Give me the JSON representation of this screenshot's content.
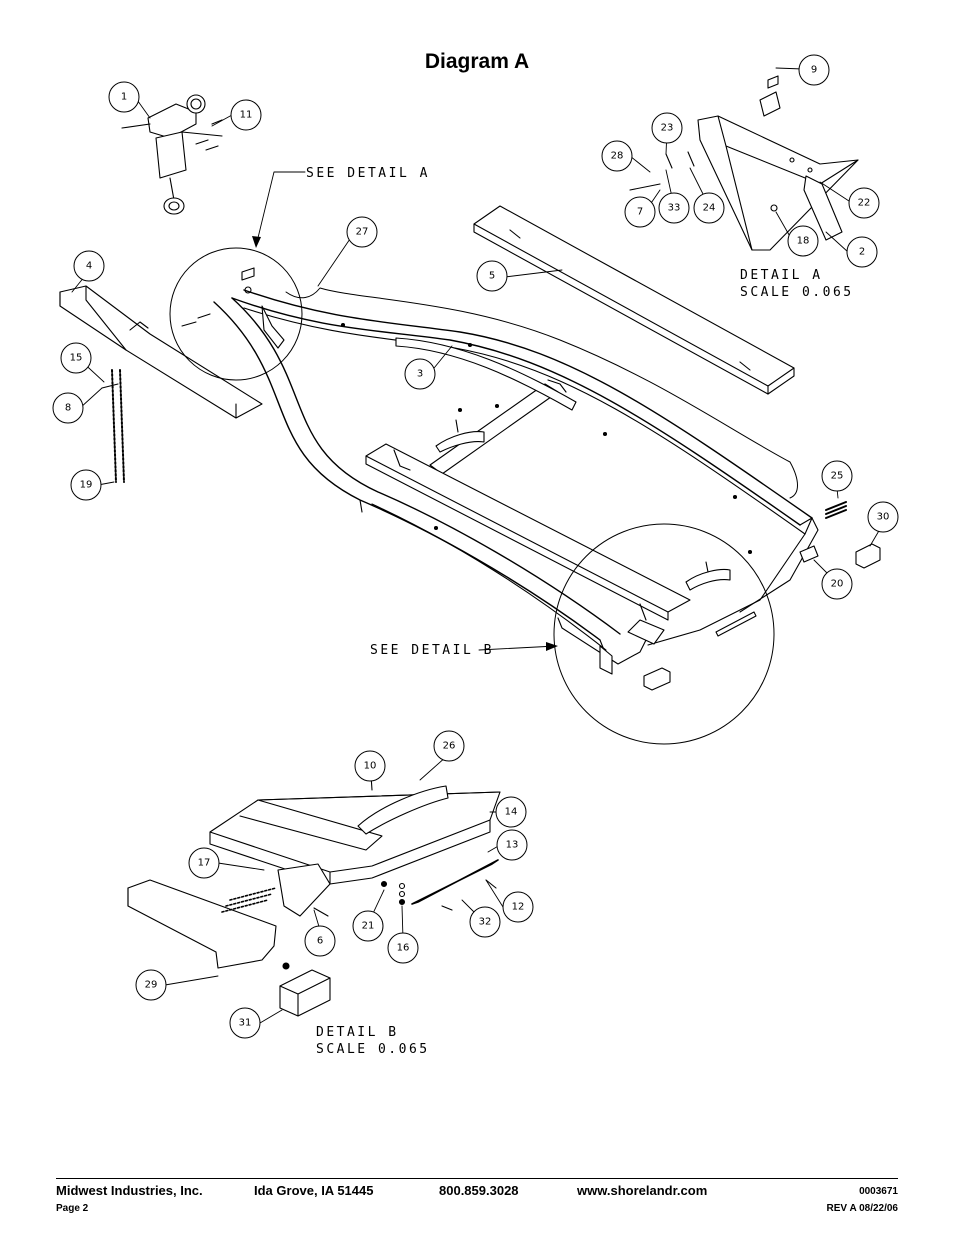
{
  "title": "Diagram A",
  "callouts": [
    "1",
    "2",
    "3",
    "4",
    "5",
    "6",
    "7",
    "8",
    "9",
    "10",
    "11",
    "12",
    "13",
    "14",
    "15",
    "16",
    "17",
    "18",
    "19",
    "20",
    "21",
    "22",
    "23",
    "24",
    "25",
    "26",
    "27",
    "28",
    "29",
    "30",
    "31",
    "32",
    "33"
  ],
  "captions": {
    "see_detail_a": "SEE DETAIL A",
    "see_detail_b": "SEE DETAIL B",
    "detail_a": "DETAIL A",
    "detail_a_scale": "SCALE 0.065",
    "detail_b": "DETAIL B",
    "detail_b_scale": "SCALE 0.065"
  },
  "footer": {
    "company": "Midwest Industries, Inc.",
    "location": "Ida Grove, IA  51445",
    "phone": "800.859.3028",
    "website": "www.shorelandr.com",
    "doc_number": "0003671",
    "page": "Page 2",
    "revision": "REV A  08/22/06"
  }
}
